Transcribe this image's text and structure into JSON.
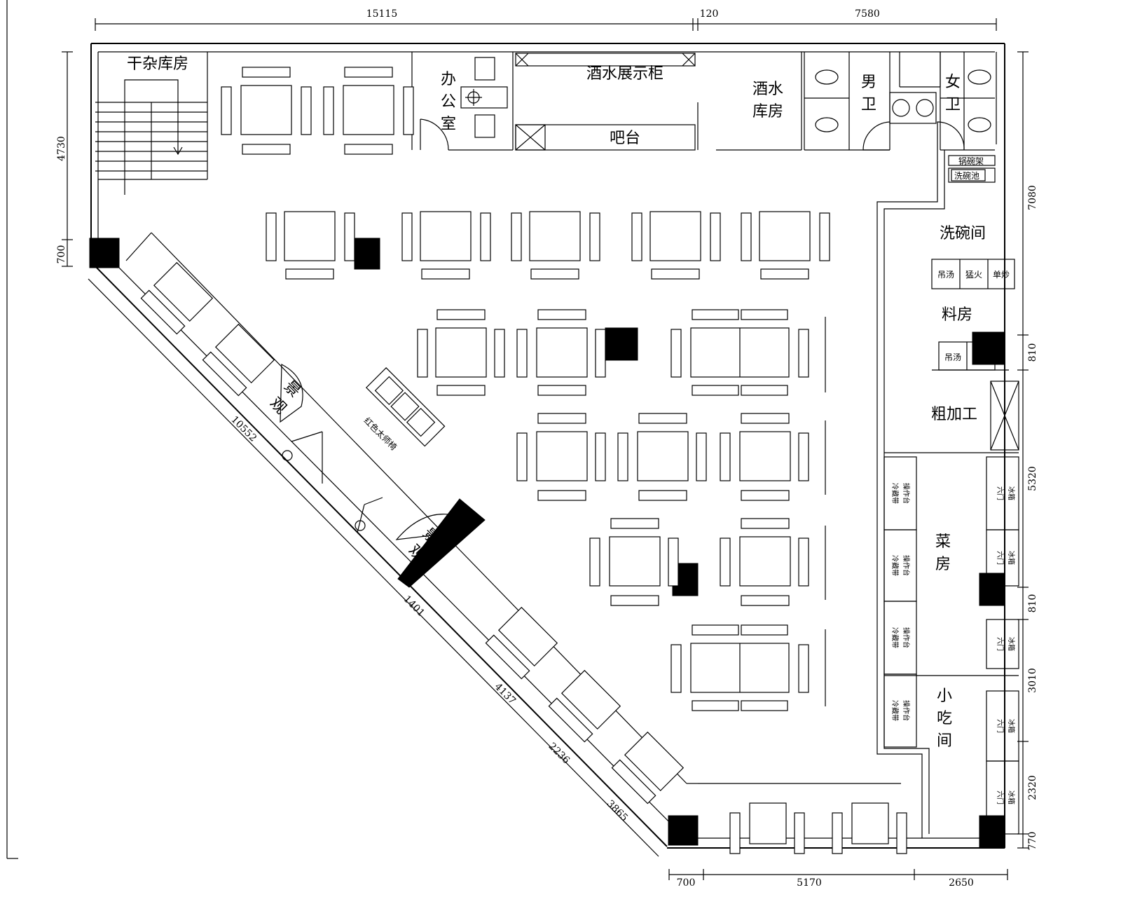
{
  "rooms": {
    "dry_storage": "干杂库房",
    "office_1": "办",
    "office_2": "公",
    "office_3": "室",
    "wine_display": "酒水展示柜",
    "bar": "吧台",
    "wine_storage_1": "酒水",
    "wine_storage_2": "库房",
    "mens_1": "男",
    "mens_2": "卫",
    "womens_1": "女",
    "womens_2": "卫",
    "rack": "锅碗架",
    "wash_pool": "洗碗池",
    "dishwash": "洗碗间",
    "prep_room": "料房",
    "rough": "粗加工",
    "veg_1": "菜",
    "veg_2": "房",
    "snack_1": "小",
    "snack_2": "吃",
    "snack_3": "间",
    "scenery_1": "景",
    "scenery_2": "观",
    "red_chair": "红色太师椅"
  },
  "stations": {
    "soup": "吊汤",
    "fire": "猛火",
    "stirfry": "单炒"
  },
  "equipment": {
    "six_door_1": "六门",
    "six_door_2": "冰箱",
    "counter_1": "冷藏带",
    "counter_2": "操作台"
  },
  "dimensions": {
    "top_1": "15115",
    "top_2": "120",
    "top_3": "7580",
    "left_1": "4730",
    "left_2": "700",
    "right_1": "7080",
    "right_2": "810",
    "right_3": "5320",
    "right_4": "810",
    "right_5": "3010",
    "right_6": "2320",
    "right_7": "770",
    "bottom_1": "700",
    "bottom_2": "5170",
    "bottom_3": "2650",
    "diag_1": "10552",
    "diag_2": "1401",
    "diag_3": "4137",
    "diag_4": "2236",
    "diag_5": "3865"
  }
}
